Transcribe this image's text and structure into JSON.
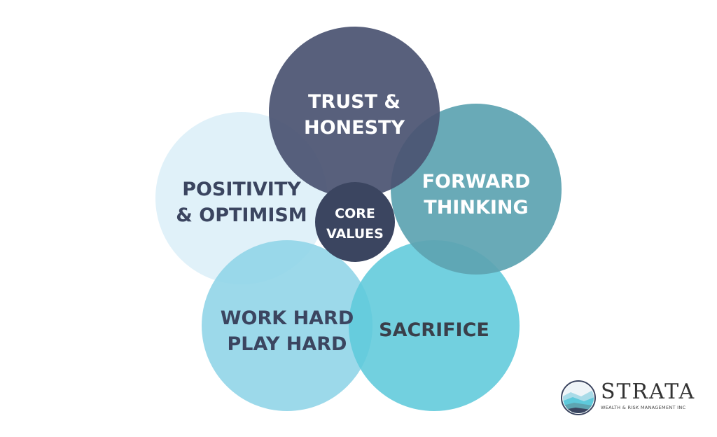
{
  "diagram": {
    "center": {
      "line1": "CORE",
      "line2": "VALUES",
      "color": "#3b4560"
    },
    "values": [
      {
        "id": "positivity",
        "line1": "POSITIVITY",
        "line2": "& OPTIMISM",
        "fill": "#dbeff8",
        "text_color": "#3b4560"
      },
      {
        "id": "work-hard",
        "line1": "WORK HARD",
        "line2": "PLAY HARD",
        "fill": "#8ed4e7",
        "text_color": "#3b4560"
      },
      {
        "id": "sacrifice",
        "line1": "SACRIFICE",
        "line2": "",
        "fill": "#5ec9db",
        "text_color": "#3a3f4a"
      },
      {
        "id": "forward-thinking",
        "line1": "FORWARD",
        "line2": "THINKING",
        "fill": "#5ea4b1",
        "text_color": "#ffffff"
      },
      {
        "id": "trust-honesty",
        "line1": "TRUST &",
        "line2": "HONESTY",
        "fill": "#4b5472",
        "text_color": "#ffffff"
      }
    ]
  },
  "logo": {
    "name": "STRATA",
    "tagline": "WEALTH & RISK MANAGEMENT INC"
  }
}
